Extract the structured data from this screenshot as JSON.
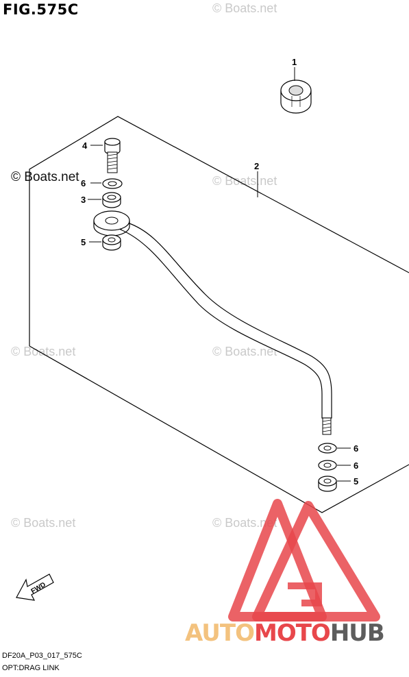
{
  "figure_title": "FIG.575C",
  "watermark_text": "© Boats.net",
  "callouts": {
    "c1": "1",
    "c2": "2",
    "c3": "3",
    "c4": "4",
    "c5a": "5",
    "c5b": "5",
    "c6a": "6",
    "c6b": "6",
    "c6c": "6"
  },
  "fwd_label": "FWD",
  "footer": {
    "code": "DF20A_P03_017_575C",
    "option": "OPT:DRAG LINK"
  },
  "brand": {
    "part1": "AUTO",
    "part2": "MOTO",
    "part3": "HUB"
  },
  "colors": {
    "brand_auto": "#f3c27e",
    "brand_moto": "#e8474b",
    "brand_hub": "#5d5d5d",
    "logo_red": "#e8474b"
  }
}
